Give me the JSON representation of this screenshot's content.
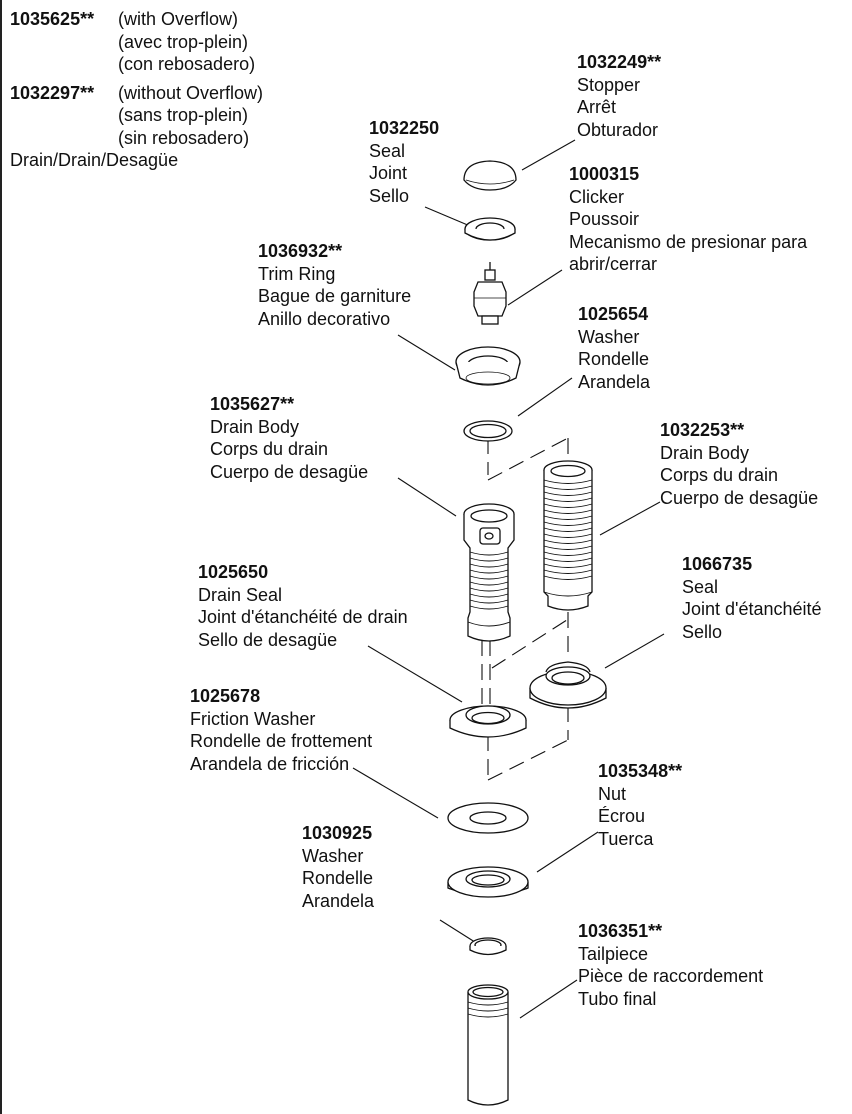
{
  "header": {
    "part_with_overflow": "1035625**",
    "with_overflow_lines": [
      "(with Overflow)",
      "(avec trop-plein)",
      "(con rebosadero)"
    ],
    "part_without_overflow": "1032297**",
    "without_overflow_lines": [
      "(without Overflow)",
      "(sans trop-plein)",
      "(sin rebosadero)"
    ],
    "assembly_name": "Drain/Drain/Desagüe"
  },
  "parts": {
    "stopper": {
      "number": "1032249**",
      "names": [
        "Stopper",
        "Arrêt",
        "Obturador"
      ]
    },
    "seal_top": {
      "number": "1032250",
      "names": [
        "Seal",
        "Joint",
        "Sello"
      ]
    },
    "clicker": {
      "number": "1000315",
      "names": [
        "Clicker",
        "Poussoir",
        "Mecanismo de presionar para",
        "abrir/cerrar"
      ]
    },
    "trim_ring": {
      "number": "1036932**",
      "names": [
        "Trim Ring",
        "Bague de garniture",
        "Anillo decorativo"
      ]
    },
    "washer_top": {
      "number": "1025654",
      "names": [
        "Washer",
        "Rondelle",
        "Arandela"
      ]
    },
    "drain_body_a": {
      "number": "1035627**",
      "names": [
        "Drain Body",
        "Corps du drain",
        "Cuerpo de desagüe"
      ]
    },
    "drain_body_b": {
      "number": "1032253**",
      "names": [
        "Drain Body",
        "Corps du drain",
        "Cuerpo de desagüe"
      ]
    },
    "drain_seal": {
      "number": "1025650",
      "names": [
        "Drain Seal",
        "Joint d'étanchéité de drain",
        "Sello de desagüe"
      ]
    },
    "seal_b": {
      "number": "1066735",
      "names": [
        "Seal",
        "Joint d'étanchéité",
        "Sello"
      ]
    },
    "friction_washer": {
      "number": "1025678",
      "names": [
        "Friction Washer",
        "Rondelle de frottement",
        "Arandela de fricción"
      ]
    },
    "nut": {
      "number": "1035348**",
      "names": [
        "Nut",
        "Écrou",
        "Tuerca"
      ]
    },
    "washer_bottom": {
      "number": "1030925",
      "names": [
        "Washer",
        "Rondelle",
        "Arandela"
      ]
    },
    "tailpiece": {
      "number": "1036351**",
      "names": [
        "Tailpiece",
        "Pièce de raccordement",
        "Tubo final"
      ]
    }
  }
}
